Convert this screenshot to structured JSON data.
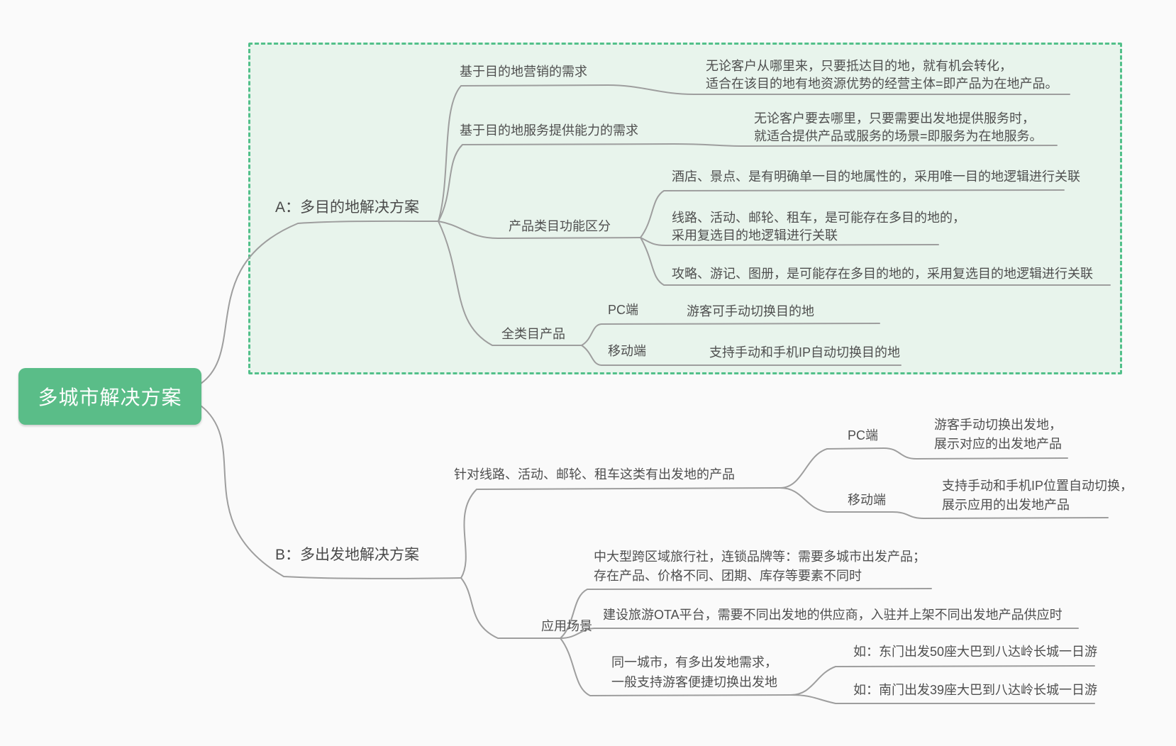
{
  "colors": {
    "background": "#fafafa",
    "root_fill": "#5abd88",
    "root_text": "#ffffff",
    "group_box_fill": "#e8f4ec",
    "group_box_border": "#52c08a",
    "node_text": "#4f4f4f",
    "connector": "#9e9e9e"
  },
  "root": {
    "label": "多城市解决方案"
  },
  "a": {
    "label": "A：多目的地解决方案",
    "marketing": {
      "label": "基于目的地营销的需求",
      "note": "无论客户从哪里来，只要抵达目的地，就有机会转化，\n适合在该目的地有地资源优势的经营主体=即产品为在地产品。"
    },
    "service": {
      "label": "基于目的地服务提供能力的需求",
      "note": "无论客户要去哪里，只要需要出发地提供服务时，\n就适合提供产品或服务的场景=即服务为在地服务。"
    },
    "category": {
      "label": "产品类目功能区分",
      "items": [
        "酒店、景点、是有明确单一目的地属性的，采用唯一目的地逻辑进行关联",
        "线路、活动、邮轮、租车，是可能存在多目的地的，\n采用复选目的地逻辑进行关联",
        "攻略、游记、图册，是可能存在多目的地的，采用复选目的地逻辑进行关联"
      ]
    },
    "all": {
      "label": "全类目产品",
      "pc": {
        "label": "PC端",
        "note": "游客可手动切换目的地"
      },
      "mobile": {
        "label": "移动端",
        "note": "支持手动和手机IP自动切换目的地"
      }
    }
  },
  "b": {
    "label": "B：多出发地解决方案",
    "products": {
      "label": "针对线路、活动、邮轮、租车这类有出发地的产品",
      "pc": {
        "label": "PC端",
        "note": "游客手动切换出发地，\n展示对应的出发地产品"
      },
      "mobile": {
        "label": "移动端",
        "note": "支持手动和手机IP位置自动切换，\n展示应用的出发地产品"
      }
    },
    "scenarios": {
      "label": "应用场景",
      "items": [
        "中大型跨区域旅行社，连锁品牌等：需要多城市出发产品；\n存在产品、价格不同、团期、库存等要素不同时",
        "建设旅游OTA平台，需要不同出发地的供应商，入驻并上架不同出发地产品供应时"
      ],
      "same_city": {
        "label": "同一城市，有多出发地需求，\n一般支持游客便捷切换出发地",
        "examples": [
          "如：东门出发50座大巴到八达岭长城一日游",
          "如：南门出发39座大巴到八达岭长城一日游"
        ]
      }
    }
  }
}
